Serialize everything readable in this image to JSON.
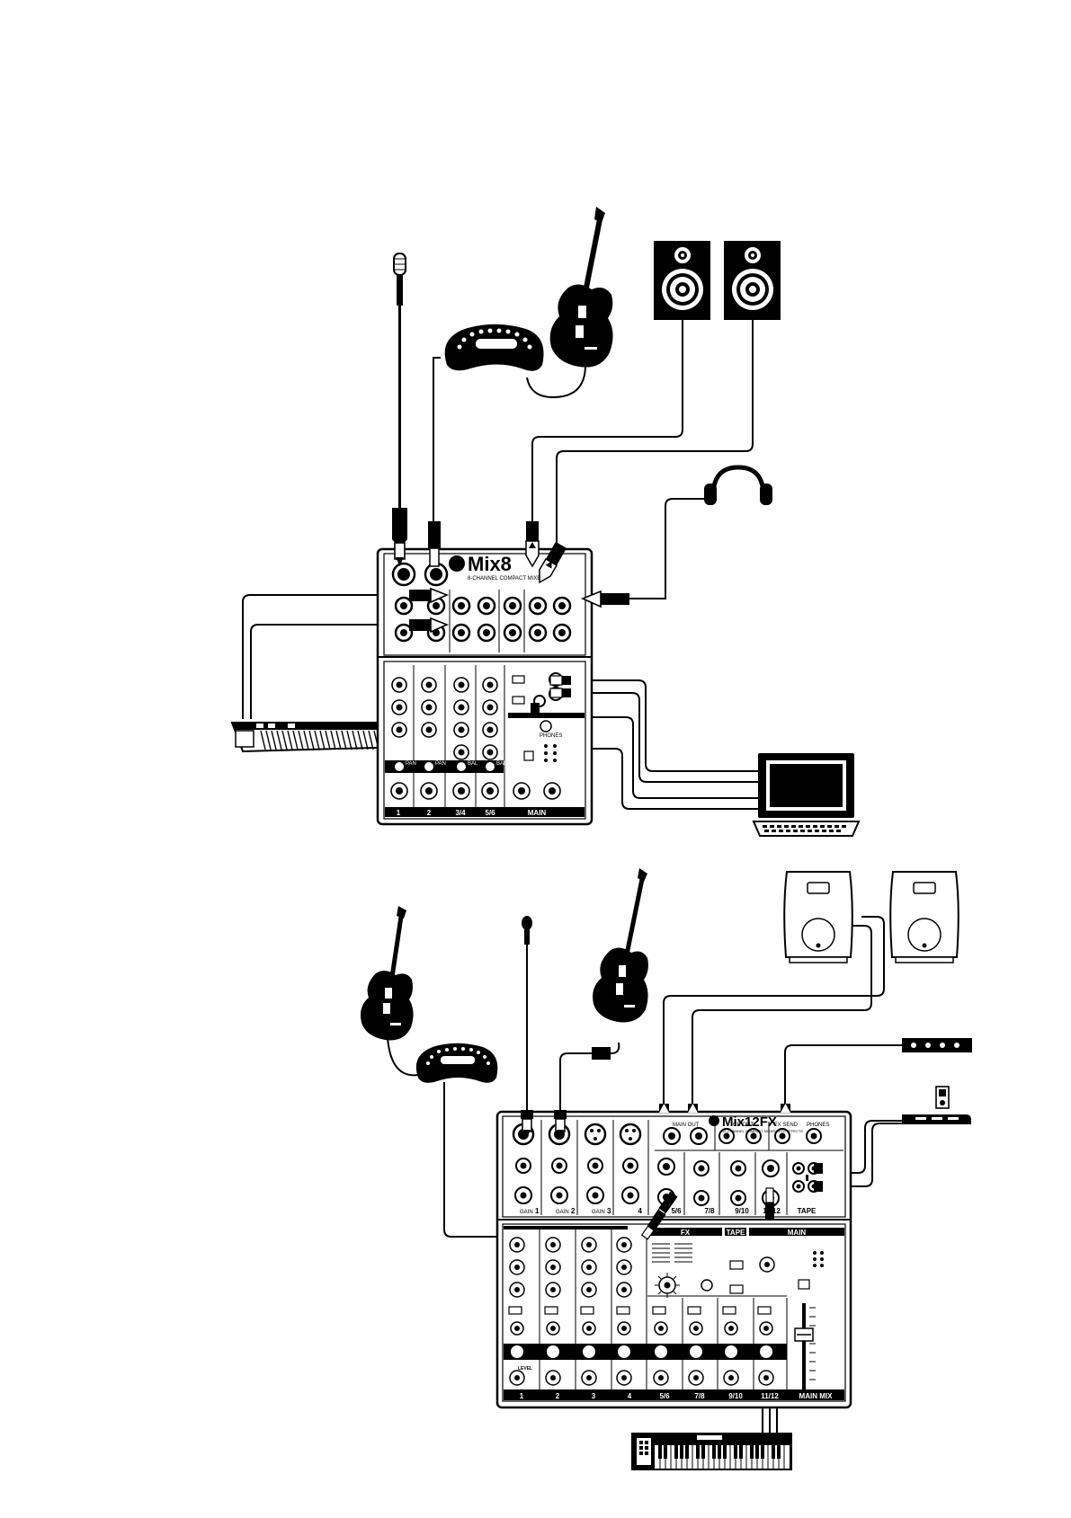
{
  "mixer_small": {
    "brand": "Mix8",
    "tagline": "8-CHANNEL COMPACT MIXER",
    "channels": [
      "1",
      "2",
      "3/4",
      "5/6",
      "MAIN"
    ],
    "knob_labels": [
      "PAN",
      "PAN",
      "BAL",
      "BAL"
    ],
    "phones_label": "PHONES"
  },
  "mixer_large": {
    "brand": "Mix12FX",
    "tagline": "12-CHANNEL COMPACT MIXER WITH EFFECTS",
    "top_labels": {
      "main_out": "MAIN OUT",
      "cr_out": "CR OUT",
      "fx_send": "FX SEND",
      "phones": "PHONES",
      "tape": "TAPE"
    },
    "gain_labels": [
      "GAIN",
      "GAIN",
      "GAIN"
    ],
    "input_channels": [
      "1",
      "2",
      "3",
      "4",
      "5/6",
      "7/8",
      "9/10",
      "11/12"
    ],
    "bottom_channels": [
      "1",
      "2",
      "3",
      "4",
      "5/6",
      "7/8",
      "9/10",
      "11/12"
    ],
    "main_mix": "MAIN MIX",
    "level_label": "LEVEL",
    "section_fx": "FX",
    "section_tape": "TAPE",
    "section_main": "MAIN"
  }
}
